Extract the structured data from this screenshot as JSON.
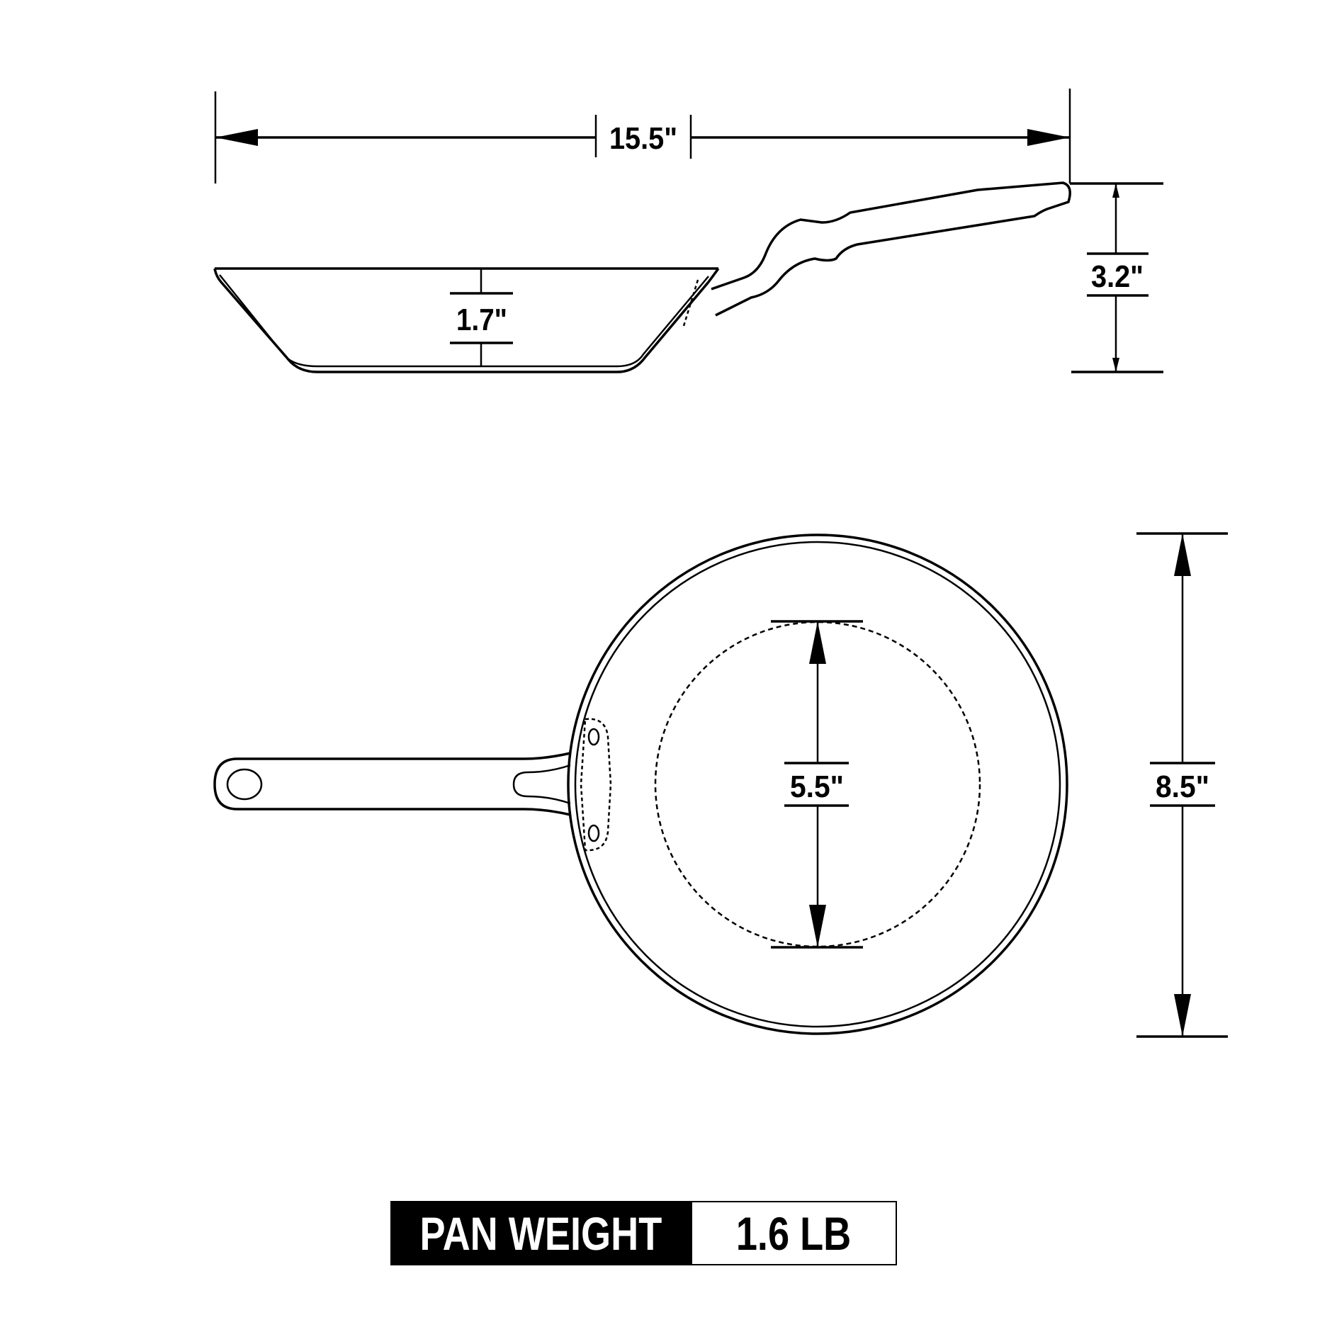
{
  "dimensions": {
    "overall_length": "15.5\"",
    "overall_height": "3.2\"",
    "depth": "1.7\"",
    "cooking_surface": "5.5\"",
    "diameter": "8.5\""
  },
  "weight": {
    "label": "PAN WEIGHT",
    "value": "1.6 LB"
  },
  "colors": {
    "ink": "#000000",
    "background": "#ffffff"
  }
}
